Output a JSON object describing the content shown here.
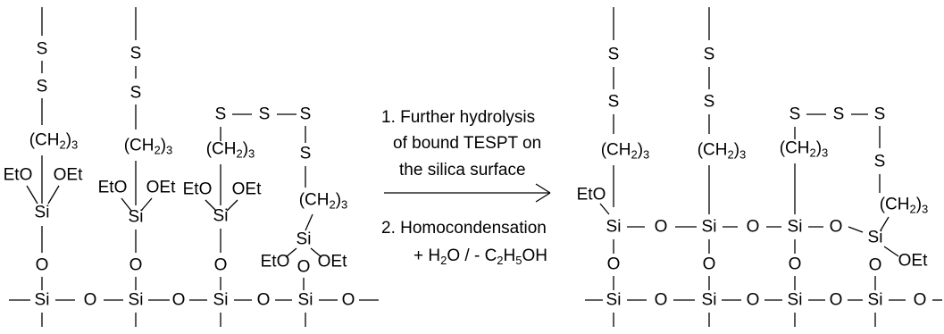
{
  "reaction": {
    "step1_line1": "1. Further hydrolysis",
    "step1_line2": "of bound TESPT on",
    "step1_line3": "the silica surface",
    "step2_line1": "2. Homocondensation",
    "step2_line2": "+ H2O / - C2H5OH"
  },
  "atoms": {
    "s": "S",
    "si": "Si",
    "o": "O",
    "oet": "OEt",
    "eto": "EtO",
    "propyl": "(CH2)3"
  },
  "colors": {
    "ink": "#000000",
    "background": "#ffffff"
  }
}
